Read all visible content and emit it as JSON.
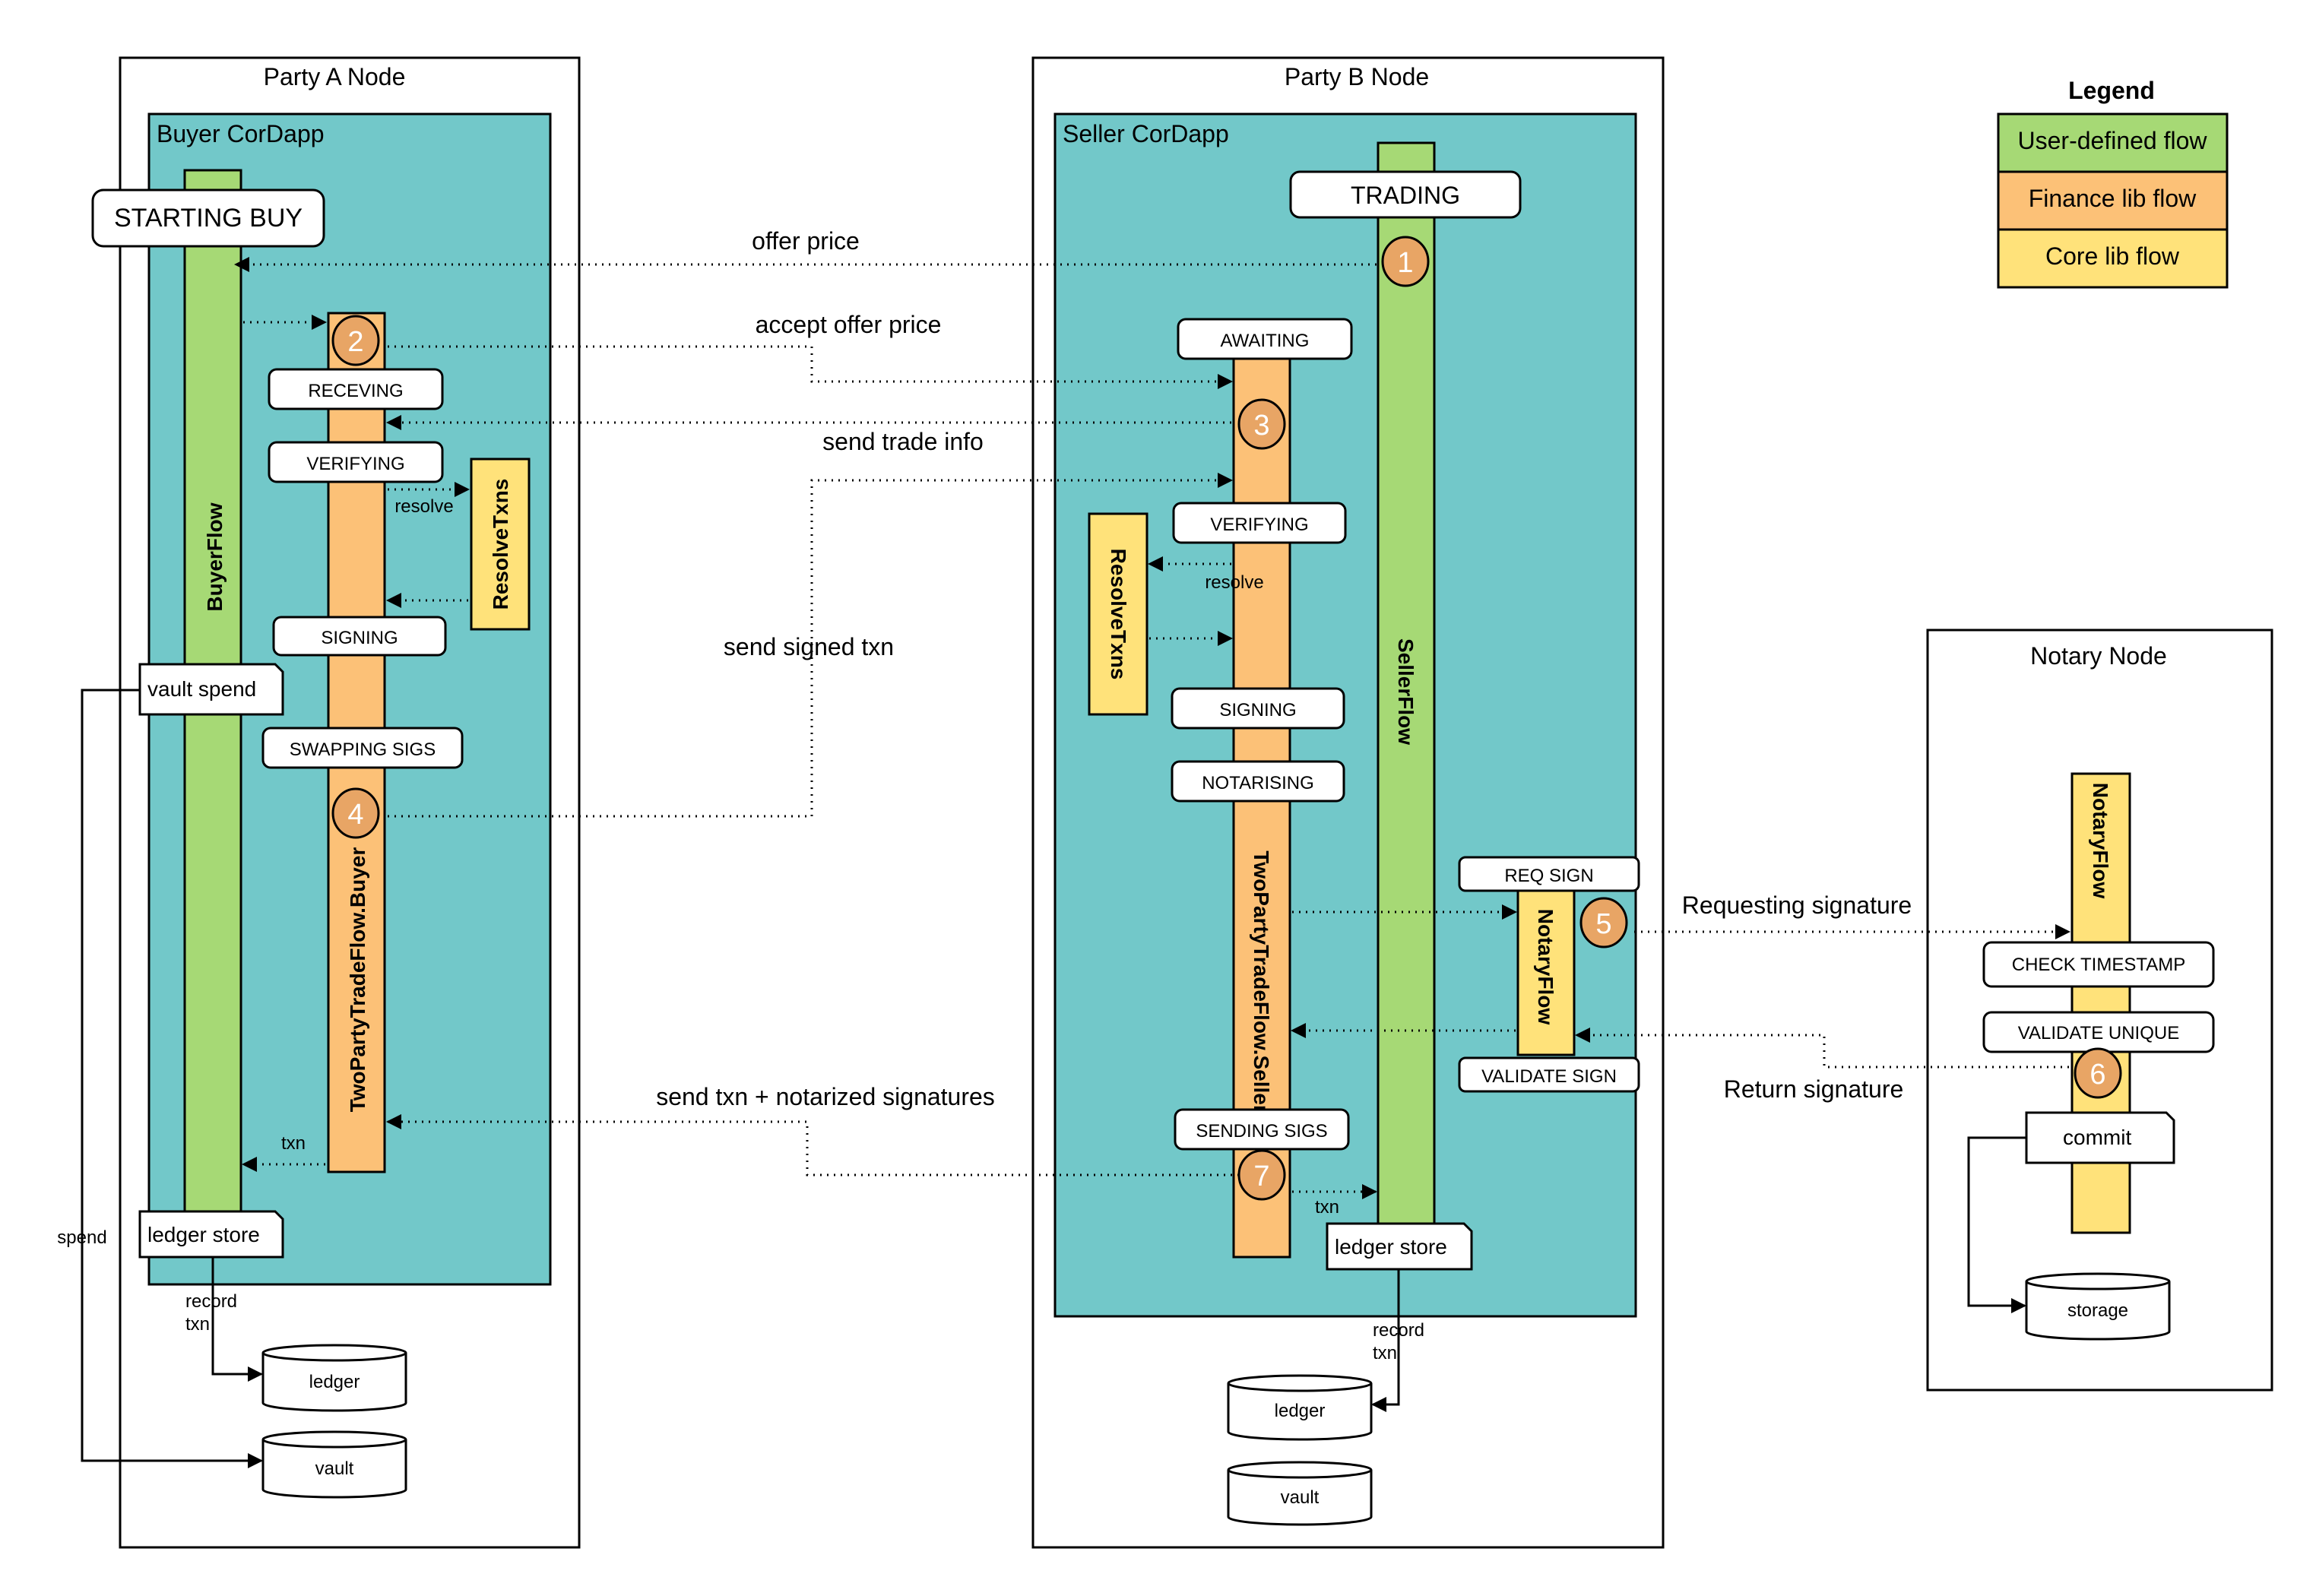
{
  "nodes": {
    "party_a": "Party A Node",
    "party_b": "Party B Node",
    "notary": "Notary Node"
  },
  "cordapps": {
    "buyer": "Buyer CorDapp",
    "seller": "Seller CorDapp"
  },
  "legend": {
    "title": "Legend",
    "user": "User-defined flow",
    "finance": "Finance lib flow",
    "core": "Core lib flow"
  },
  "colors": {
    "teal": "#72c8c9",
    "green": "#a6d975",
    "orange": "#fcc177",
    "yellow": "#ffe27a",
    "step": "#e8a565"
  },
  "flows": {
    "buyer_flow": "BuyerFlow",
    "buyer_tptf": "TwoPartyTradeFlow.Buyer",
    "resolve_a": "ResolveTxns",
    "seller_flow": "SellerFlow",
    "seller_tptf": "TwoPartyTradeFlow.Seller",
    "resolve_b": "ResolveTxns",
    "notary_flow_b": "NotaryFlow",
    "notary_flow_n": "NotaryFlow"
  },
  "states": {
    "starting_buy": "STARTING BUY",
    "receving": "RECEVING",
    "verifying_a": "VERIFYING",
    "signing_a": "SIGNING",
    "swapping_sigs": "SWAPPING SIGS",
    "trading": "TRADING",
    "awaiting": "AWAITING",
    "verifying_b": "VERIFYING",
    "signing_b": "SIGNING",
    "notarising": "NOTARISING",
    "req_sign": "REQ SIGN",
    "validate_sign": "VALIDATE SIGN",
    "sending_sigs": "SENDING SIGS",
    "check_timestamp": "CHECK TIMESTAMP",
    "validate_unique": "VALIDATE UNIQUE"
  },
  "notes": {
    "vault_spend": "vault spend",
    "ledger_store_a": "ledger store",
    "ledger_store_b": "ledger store",
    "commit": "commit"
  },
  "stores": {
    "ledger_a": "ledger",
    "vault_a": "vault",
    "ledger_b": "ledger",
    "vault_b": "vault",
    "storage": "storage"
  },
  "messages": {
    "offer_price": "offer price",
    "accept_offer": "accept offer price",
    "send_trade_info": "send trade info",
    "send_signed_txn": "send signed txn",
    "send_txn_notarized": "send txn + notarized signatures",
    "requesting_signature": "Requesting signature",
    "return_signature": "Return signature"
  },
  "small_labels": {
    "resolve_a": "resolve",
    "resolve_b": "resolve",
    "txn_a": "txn",
    "txn_b": "txn",
    "spend": "spend",
    "record_a": "record",
    "txn_record_a": "txn",
    "record_b": "record",
    "txn_record_b": "txn"
  },
  "steps": [
    "1",
    "2",
    "3",
    "4",
    "5",
    "6",
    "7"
  ]
}
